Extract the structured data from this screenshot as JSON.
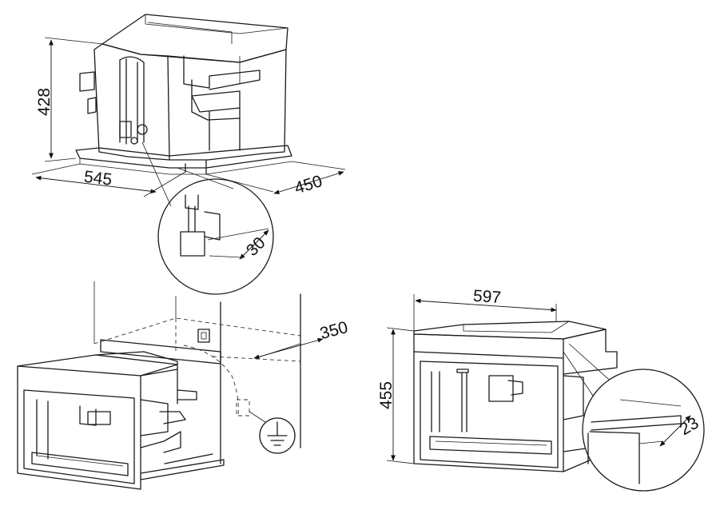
{
  "dimensions": {
    "height_top": "428",
    "depth_top": "545",
    "width_top": "450",
    "detail_pipe": "30",
    "cabinet_depth": "350",
    "width_front": "597",
    "height_front": "455",
    "detail_gap": "23"
  },
  "icons": {
    "ground": "ground-symbol-icon"
  },
  "colors": {
    "line": "#1a1a1a",
    "background": "#ffffff"
  }
}
